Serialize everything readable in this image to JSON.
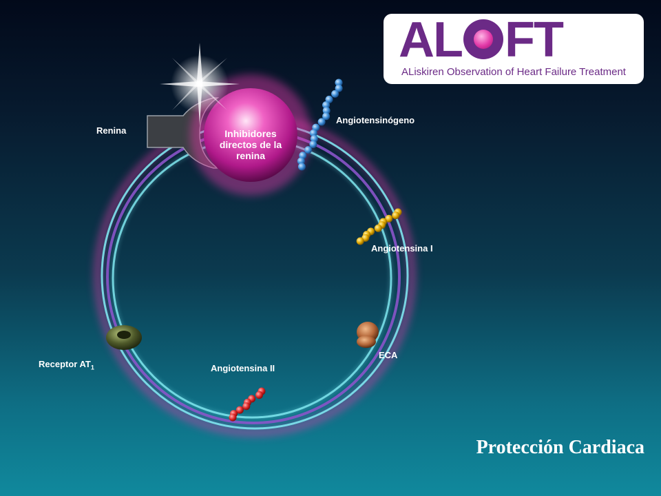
{
  "logo": {
    "word_before_o": "AL",
    "word_after_o": "FT",
    "subtitle": "ALiskiren Observation of Heart Failure Treatment"
  },
  "diagram": {
    "inhibitor_label": "Inhibidores directos de la renina",
    "labels": {
      "renin": "Renina",
      "angiotensinogen": "Angiotensinógeno",
      "angiotensin_i": "Angiotensina I",
      "ace": "ECA",
      "angiotensin_ii": "Angiotensina II",
      "at1_receptor": "Receptor AT",
      "at1_subscript": "1"
    }
  },
  "caption": "Protección Cardiaca",
  "colors": {
    "logo_purple": "#6b2a86",
    "ring_cyan": "#7fe6ef",
    "ring_purple": "#8a54c9",
    "glow_magenta": "#e23aa8",
    "angiotensinogen_blue": "#3f8fd8",
    "angiotensin_i_gold": "#e0a800",
    "angiotensin_ii_red": "#e02a2a",
    "ace_brown": "#b5683a",
    "receptor_green": "#4f5a2a"
  },
  "icons": [
    "renin-enzyme-icon",
    "inhibitor-sphere-icon",
    "molecule-chain-icon",
    "ace-enzyme-icon",
    "receptor-icon"
  ]
}
